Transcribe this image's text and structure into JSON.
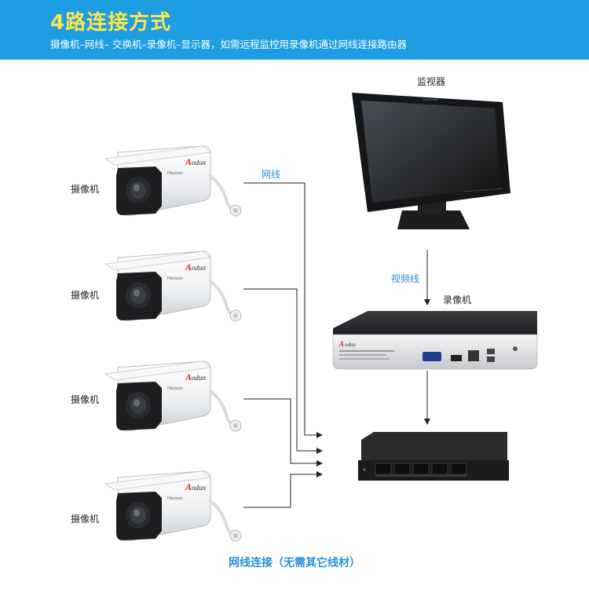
{
  "header": {
    "title": "4路连接方式",
    "subtitle": "摄像机–网线– 交换机–录像机–显示器，如需远程监控用录像机通过网线连接路由器"
  },
  "diagram": {
    "monitor_label": "监视器",
    "network_cable_label": "网线",
    "video_cable_label": "视频线",
    "nvr_label": "录像机",
    "cameras": [
      {
        "label": "摄像机"
      },
      {
        "label": "摄像机"
      },
      {
        "label": "摄像机"
      },
      {
        "label": "摄像机"
      }
    ],
    "camera_brand": "Aodun",
    "nvr_brand": "Aodun"
  },
  "footer": {
    "caption": "网线连接（无需其它线材）"
  },
  "colors": {
    "header_bg": "#1e9de2",
    "title": "#ffe74a",
    "accent_blue": "#2d8fd6"
  }
}
